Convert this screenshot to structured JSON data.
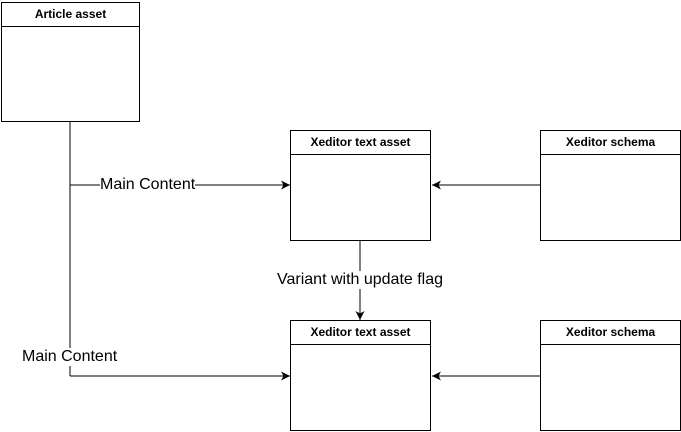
{
  "nodes": {
    "article": {
      "title": "Article asset"
    },
    "xeditor_text_1": {
      "title": "Xeditor text asset"
    },
    "xeditor_schema_1": {
      "title": "Xeditor schema"
    },
    "xeditor_text_2": {
      "title": "Xeditor text asset"
    },
    "xeditor_schema_2": {
      "title": "Xeditor schema"
    }
  },
  "edges": {
    "article_to_text_1": {
      "label": "Main Content"
    },
    "article_to_text_2": {
      "label": "Main Content"
    },
    "text_1_to_text_2": {
      "label": "Variant with update flag"
    }
  },
  "colors": {
    "stroke": "#000000",
    "fill": "#ffffff"
  }
}
